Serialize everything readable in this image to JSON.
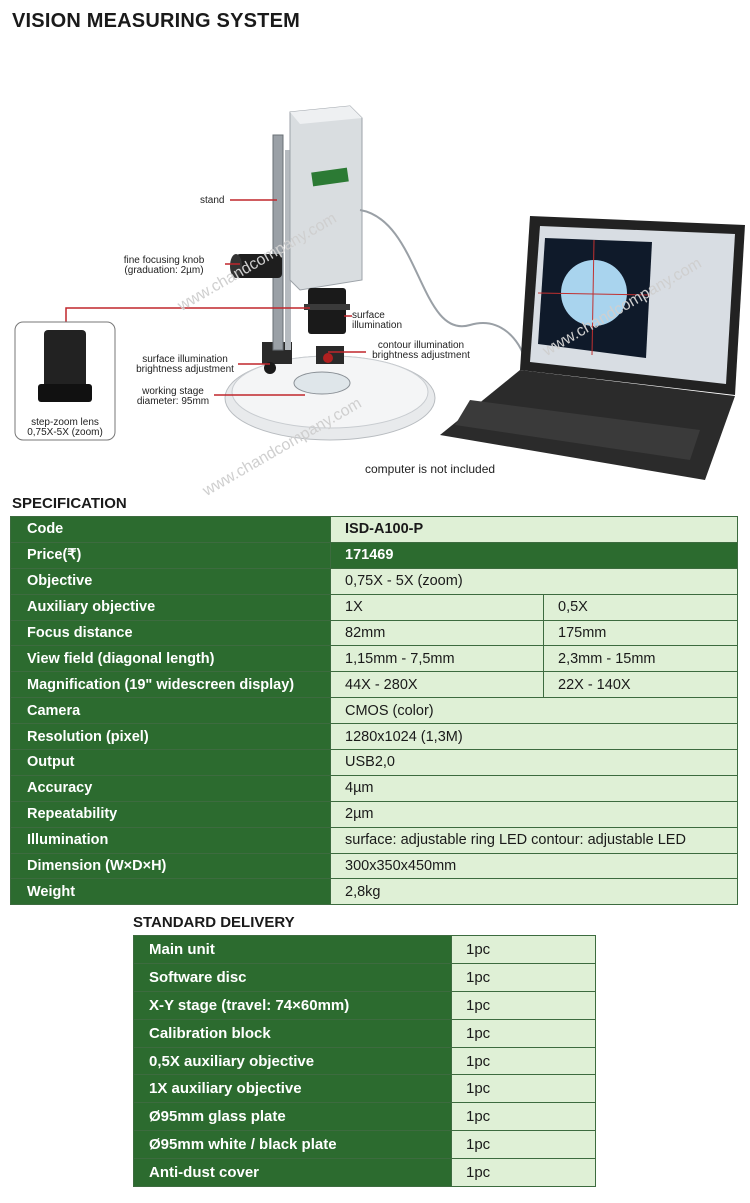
{
  "title": "VISION MEASURING SYSTEM",
  "illustration": {
    "labels": {
      "stand": "stand",
      "focus_knob_1": "fine focusing knob",
      "focus_knob_2": "(graduation: 2µm)",
      "surface_illum_1": "surface",
      "surface_illum_2": "illumination",
      "contour_1": "contour illumination",
      "contour_2": "brightness adjustment",
      "surface_bright_1": "surface illumination",
      "surface_bright_2": "brightness adjustment",
      "stage_1": "working stage",
      "stage_2": "diameter: 95mm",
      "lens_1": "step-zoom lens",
      "lens_2": "0,75X-5X (zoom)"
    },
    "note": "computer is not included",
    "watermark": "www.chandcompany.com"
  },
  "specification": {
    "heading": "SPECIFICATION",
    "rows": [
      {
        "key": "Code",
        "values": [
          "ISD-A100-P"
        ]
      },
      {
        "key": "Price(₹)",
        "values": [
          "171469"
        ]
      },
      {
        "key": "Objective",
        "values": [
          "0,75X - 5X (zoom)"
        ]
      },
      {
        "key": "Auxiliary objective",
        "values": [
          "1X",
          "0,5X"
        ]
      },
      {
        "key": "Focus distance",
        "values": [
          "82mm",
          "175mm"
        ]
      },
      {
        "key": "View field (diagonal length)",
        "values": [
          "1,15mm - 7,5mm",
          "2,3mm - 15mm"
        ]
      },
      {
        "key": "Magnification (19\" widescreen display)",
        "values": [
          "44X - 280X",
          "22X -  140X"
        ]
      },
      {
        "key": "Camera",
        "values": [
          "CMOS (color)"
        ]
      },
      {
        "key": "Resolution (pixel)",
        "values": [
          "1280x1024 (1,3M)"
        ]
      },
      {
        "key": "Output",
        "values": [
          "USB2,0"
        ]
      },
      {
        "key": "Accuracy",
        "values": [
          "4µm"
        ]
      },
      {
        "key": "Repeatability",
        "values": [
          "2µm"
        ]
      },
      {
        "key": "Illumination",
        "values": [
          "surface: adjustable ring LED    contour: adjustable LED"
        ]
      },
      {
        "key": "Dimension (W×D×H)",
        "values": [
          "300x350x450mm"
        ]
      },
      {
        "key": "Weight",
        "values": [
          "2,8kg"
        ]
      }
    ]
  },
  "delivery": {
    "heading": "STANDARD DELIVERY",
    "rows": [
      {
        "item": "Main unit",
        "qty": "1pc"
      },
      {
        "item": "Software disc",
        "qty": "1pc"
      },
      {
        "item": "X-Y stage (travel: 74×60mm)",
        "qty": "1pc"
      },
      {
        "item": "Calibration block",
        "qty": "1pc"
      },
      {
        "item": "0,5X  auxiliary objective",
        "qty": "1pc"
      },
      {
        "item": "1X auxiliary objective",
        "qty": "1pc"
      },
      {
        "item": "Ø95mm glass plate",
        "qty": "1pc"
      },
      {
        "item": "Ø95mm white / black plate",
        "qty": "1pc"
      },
      {
        "item": "Anti-dust cover",
        "qty": "1pc"
      }
    ]
  }
}
